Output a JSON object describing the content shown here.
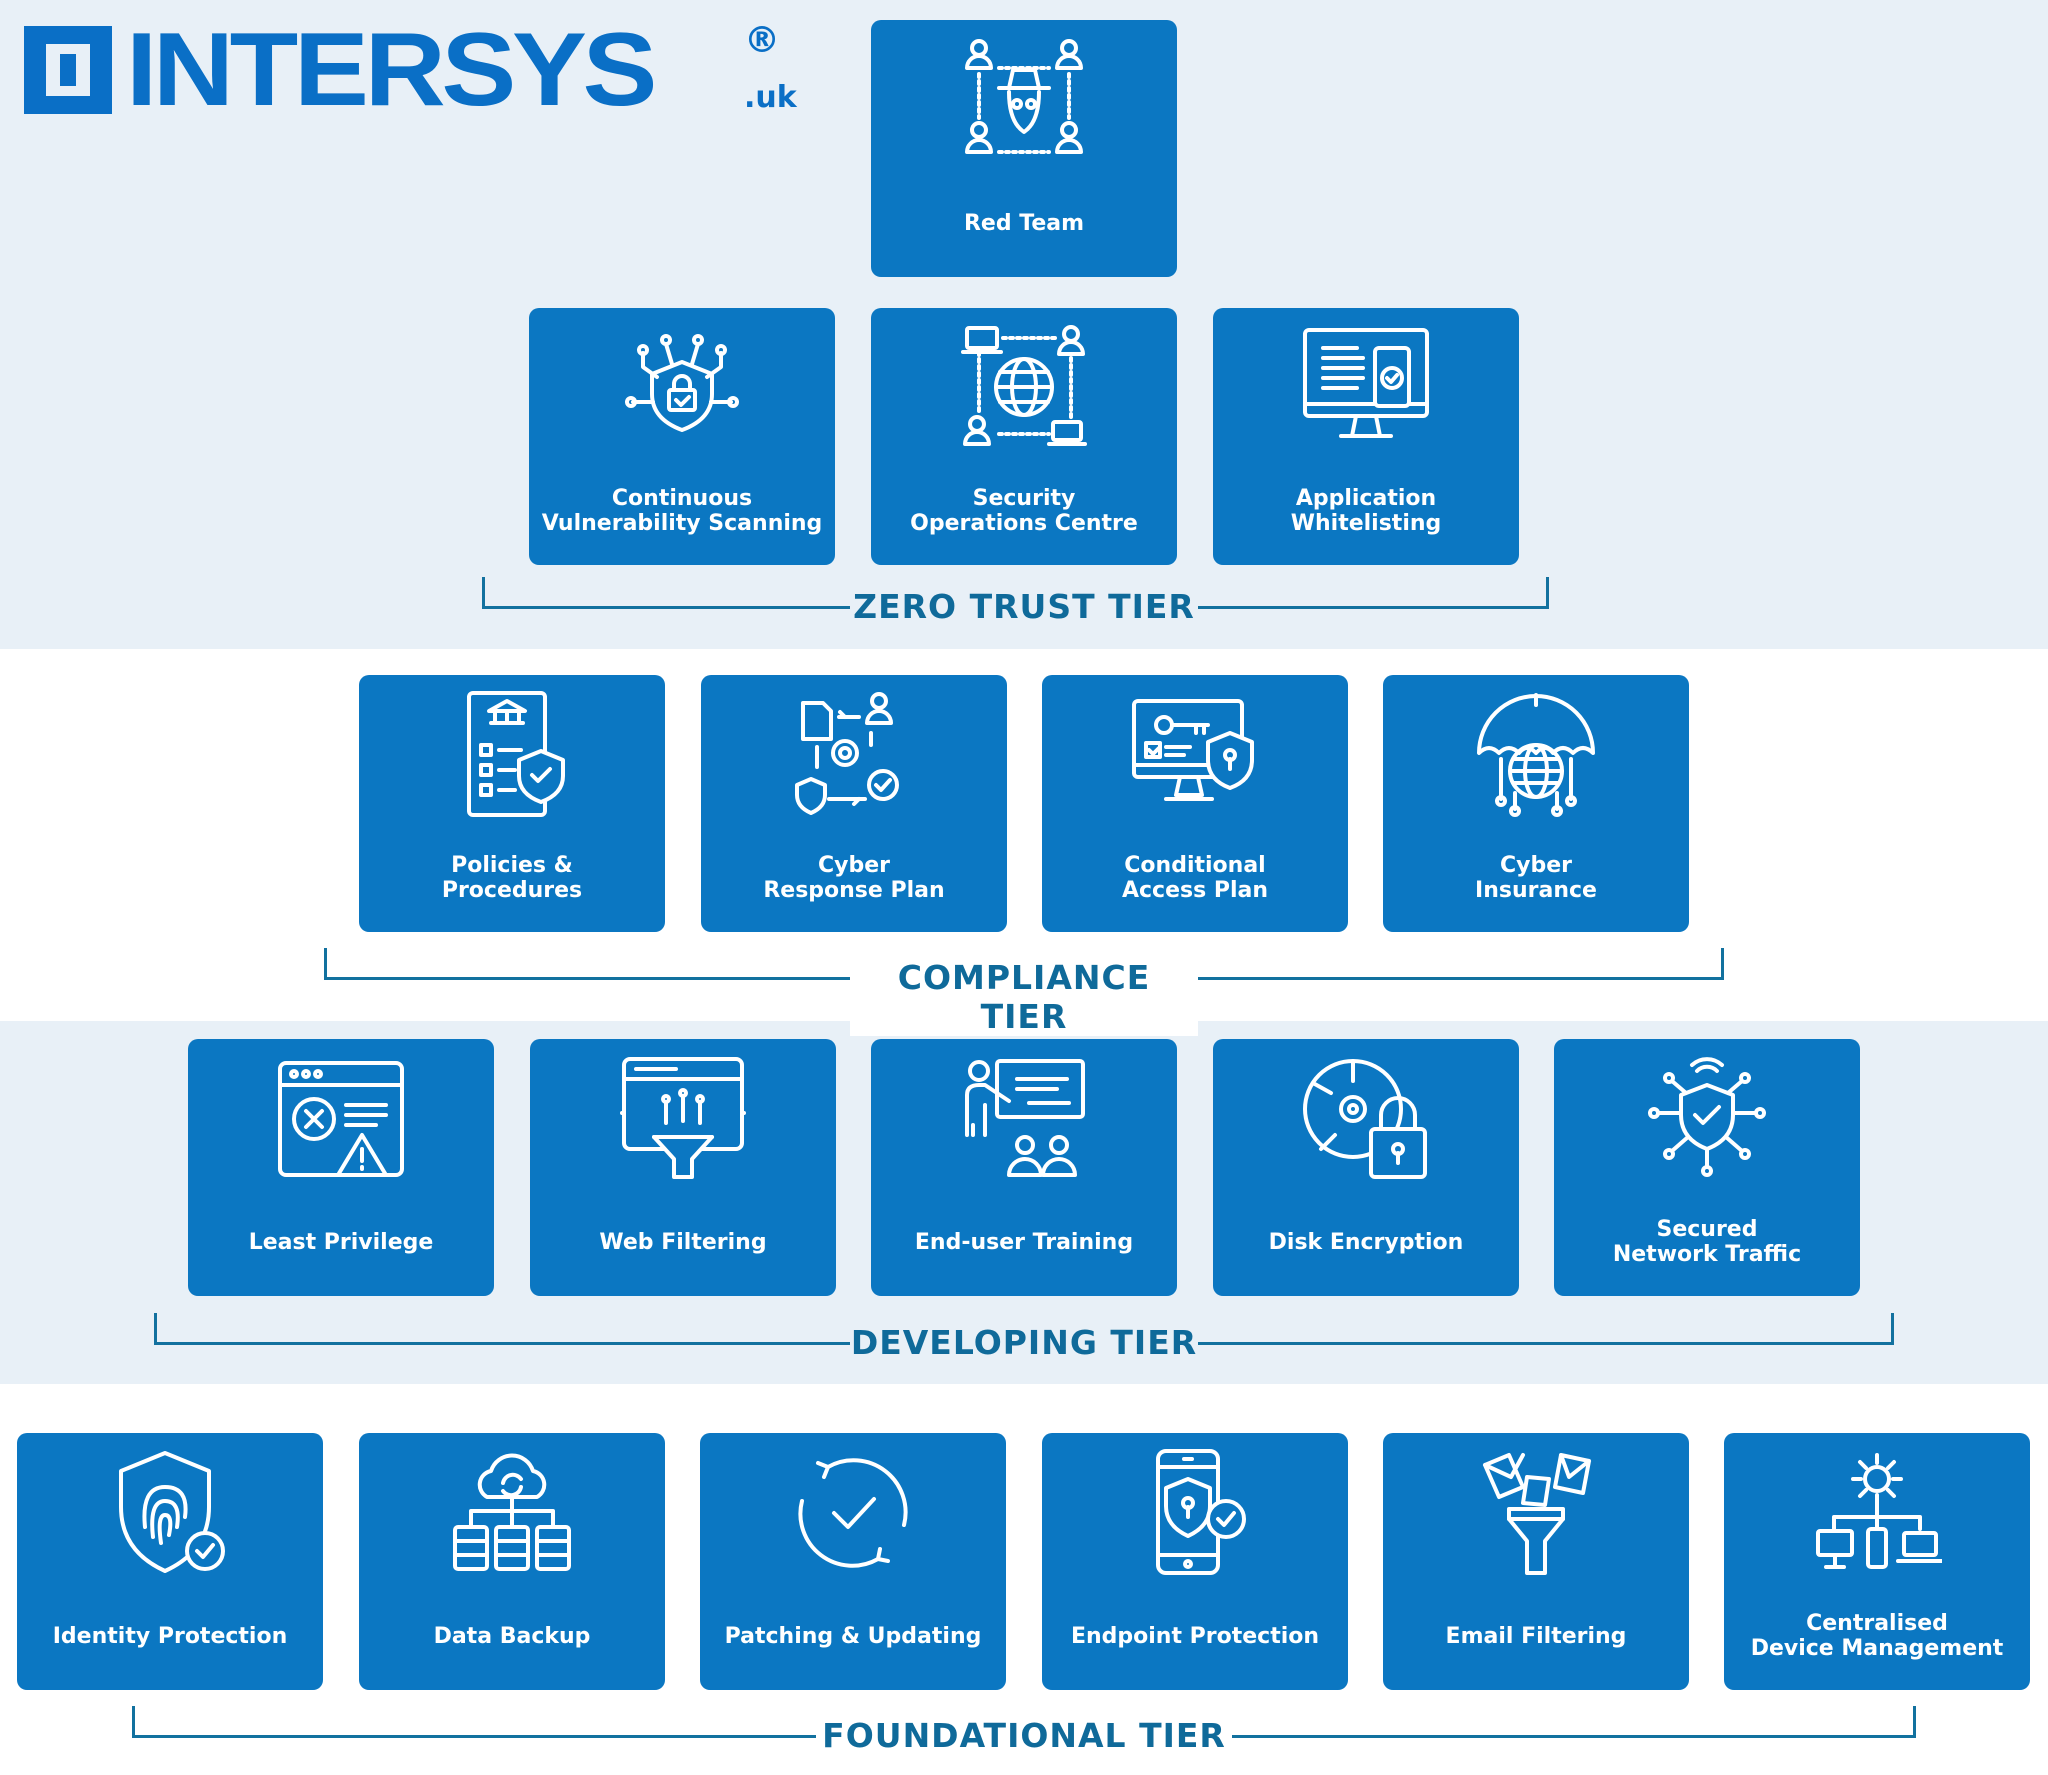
{
  "logo": {
    "text": "INTERSYS",
    "registered": "®",
    "domain": ".uk"
  },
  "colors": {
    "tile": "#0b77c2",
    "tier_label": "#0f6a9a",
    "band_light": "#e8f0f7"
  },
  "tiers": [
    {
      "label": "ZERO TRUST TIER",
      "items": [
        "Red Team",
        "Continuous\nVulnerability Scanning",
        "Security\nOperations Centre",
        "Application\nWhitelisting"
      ]
    },
    {
      "label": "COMPLIANCE TIER",
      "items": [
        "Policies &\nProcedures",
        "Cyber\nResponse Plan",
        "Conditional\nAccess Plan",
        "Cyber\nInsurance"
      ]
    },
    {
      "label": "DEVELOPING TIER",
      "items": [
        "Least Privilege",
        "Web Filtering",
        "End-user Training",
        "Disk Encryption",
        "Secured\nNetwork Traffic"
      ]
    },
    {
      "label": "FOUNDATIONAL TIER",
      "items": [
        "Identity Protection",
        "Data Backup",
        "Patching & Updating",
        "Endpoint Protection",
        "Email Filtering",
        "Centralised\nDevice Management"
      ]
    }
  ]
}
